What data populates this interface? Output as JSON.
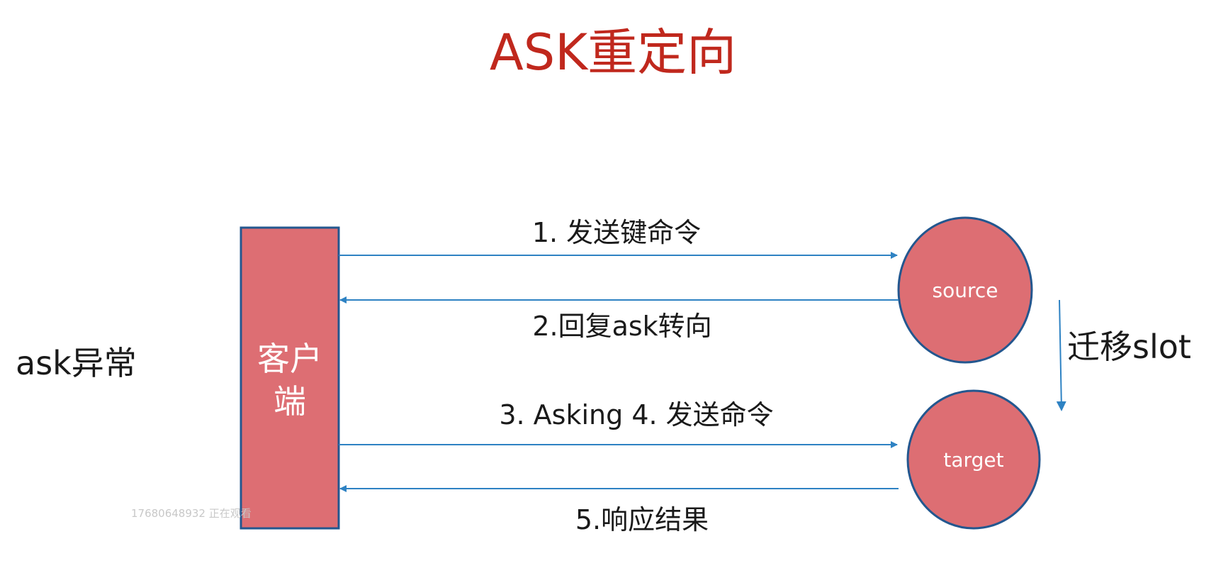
{
  "title": "ASK重定向",
  "side_label": "ask异常",
  "client": {
    "line1": "客户",
    "line2": "端"
  },
  "nodes": {
    "source": "source",
    "target": "target"
  },
  "migrate_label": "迁移slot",
  "messages": [
    {
      "label": "1. 发送键命令",
      "direction": "client-to-source"
    },
    {
      "label": "2.回复ask转向",
      "direction": "source-to-client"
    },
    {
      "label": "3. Asking 4. 发送命令",
      "direction": "client-to-target"
    },
    {
      "label": "5.响应结果",
      "direction": "target-to-client"
    }
  ],
  "watermark": "17680648932 正在观看",
  "colors": {
    "title": "#c0281d",
    "node_fill": "#dd6e73",
    "node_stroke": "#23578f",
    "arrow": "#2e82c3"
  }
}
